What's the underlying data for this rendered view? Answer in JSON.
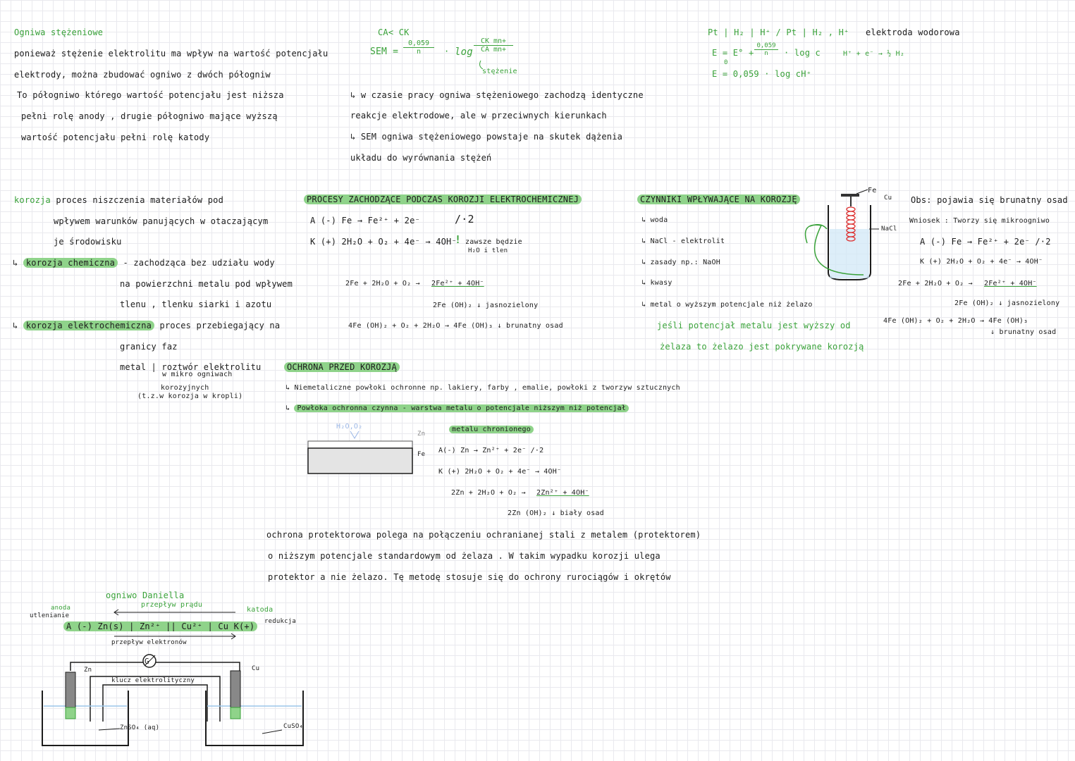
{
  "col1": {
    "heading": "Ogniwa stężeniowe",
    "lines": [
      "ponieważ stężenie elektrolitu ma wpływ na wartość potencjału",
      "elektrody, można zbudować ogniwo z dwóch półogniw",
      "To półogniwo którego wartość potencjału jest niższa",
      "pełni rolę anody , drugie półogniwo mające wyższą",
      "wartość potencjału pełni rolę katody"
    ]
  },
  "sem": {
    "top": "CA< CK",
    "lhs": "SEM =",
    "num": "0,059",
    "den": "n",
    "dot": "·",
    "log": "log",
    "cnum": "CK mn+",
    "cden": "CA mn+",
    "label": "stężenie",
    "notes": [
      "↳ w czasie pracy ogniwa stężeniowego zachodzą identyczne",
      "reakcje elektrodowe, ale w przeciwnych kierunkach",
      "↳ SEM ogniwa stężeniowego powstaje na skutek dążenia",
      "układu do wyrównania stężeń"
    ]
  },
  "hydrogen": {
    "top": "Pt | H₂ | H⁺      /      Pt | H₂ , H⁺",
    "name": "elektroda wodorowa",
    "eq1": "E = E°  +",
    "num": "0,059",
    "den": "n",
    "log": "· log c",
    "zero": "0",
    "eq2": "E = 0,059 · log cH⁺",
    "react": "H⁺ + e⁻ → ½ H₂"
  },
  "korozja": {
    "head_word": "korozja",
    "head_rest": "proces niszczenia materiałów pod",
    "l2": "wpływem warunków panujących w otaczającym",
    "l3": "je środowisku",
    "chem_arrow": "↳",
    "chem": "korozja chemiczna",
    "chem_rest": "- zachodząca bez udziału wody",
    "chem_l2": "na powierzchni metalu pod wpływem",
    "chem_l3": "tlenu , tlenku siarki i azotu",
    "el_arrow": "↳",
    "el": "korozja elektrochemiczna",
    "el_rest": "proces przebiegający na",
    "el_l2": "granicy faz",
    "el_l3": "metal | roztwór elektrolitu",
    "el_l4": "w mikro ogniwach",
    "el_l5": "korozyjnych",
    "el_l6": "(t.z.w korozja w kropli)"
  },
  "procesy": {
    "title": "PROCESY ZACHODZĄCE PODCZAS KOROZJI ELEKTROCHEMICZNEJ",
    "anode": "A (-)   Fe → Fe²⁺ + 2e⁻",
    "anode_mult": "/·2",
    "cathode": "K (+)   2H₂O + O₂ + 4e⁻  → 4OH⁻",
    "excl": "!",
    "note1": "zawsze będzie",
    "note2": "H₂O i tlen",
    "sum": "2Fe + 2H₂O + O₂ →",
    "sum_r": "2Fe²⁺ + 4OH⁻",
    "prod": "2Fe (OH)₂ ↓ jasnozielony",
    "final": "4Fe (OH)₂ + O₂ + 2H₂O → 4Fe (OH)₃ ↓ brunatny osad"
  },
  "czynniki": {
    "title": "CZYNNIKI WPŁYWAJĄCE NA KOROZJĘ",
    "items": [
      "↳ woda",
      "↳ NaCl - elektrolit",
      "↳ zasady np.: NaOH",
      "↳ kwasy",
      "↳ metal o wyższym potencjale niż żelazo"
    ],
    "note1": "jeśli potencjał metalu jest wyższy od",
    "note2": "żelaza to żelazo jest pokrywane korozją"
  },
  "tube": {
    "fe": "Fe",
    "cu": "Cu",
    "nacl": "NaCl"
  },
  "obs": {
    "l1": "Obs: pojawia się brunatny osad",
    "l2": "Wniosek : Tworzy się mikroogniwo",
    "a": "A (-)   Fe → Fe²⁺ + 2e⁻   /·2",
    "k": "K (+)   2H₂O + O₂ + 4e⁻  → 4OH⁻",
    "sum": "2Fe + 2H₂O + O₂ →",
    "sum_r": "2Fe²⁺ + 4OH⁻",
    "prod": "2Fe (OH)₂ ↓ jasnozielony",
    "final": "4Fe (OH)₂ + O₂ + 2H₂O → 4Fe (OH)₃",
    "final2": "↓ brunatny osad"
  },
  "ochrona": {
    "title": "OCHRONA PRZED KOROZJĄ",
    "l1": "↳ Niemetaliczne powłoki ochronne np. lakiery, farby , emalie, powłoki z tworzyw sztucznych",
    "l2_arrow": "↳",
    "l2": "Powłoka ochronna czynna - warstwa metalu o potencjale niższym niż potencjał",
    "l3": "metalu chronionego",
    "h2o": "H₂O,O₂",
    "zn": "Zn",
    "fe": "Fe",
    "a": "A(-)  Zn → Zn²⁺ + 2e⁻   /·2",
    "k": "K (+)   2H₂O + O₂ + 4e⁻  → 4OH⁻",
    "sum": "2Zn + 2H₂O + O₂ →",
    "sum_r": "2Zn²⁺ + 4OH⁻",
    "prod": "2Zn (OH)₂ ↓ biały osad",
    "p1": "ochrona protektorowa polega na połączeniu ochranianej stali z metalem (protektorem)",
    "p2": "o niższym potencjale standardowym od żelaza . W takim wypadku korozji ulega",
    "p3": "protektor a nie żelazo. Tę metodę stosuje się do ochrony rurociągów i okrętów"
  },
  "daniell": {
    "title": "ogniwo Daniella",
    "current": "przepływ prądu",
    "anode": "anoda",
    "ox": "utlenianie",
    "cathode": "katoda",
    "red": "redukcja",
    "scheme": "A (-)  Zn(s) | Zn²⁺  ||  Cu²⁺  | Cu   K(+)",
    "electrons": "przepływ elektronów",
    "g": "G",
    "bridge": "klucz elektrolityczny",
    "zn": "Zn",
    "cu": "Cu",
    "znso4": "ZnSO₄ (aq)",
    "cuso4": "CuSO₄"
  }
}
